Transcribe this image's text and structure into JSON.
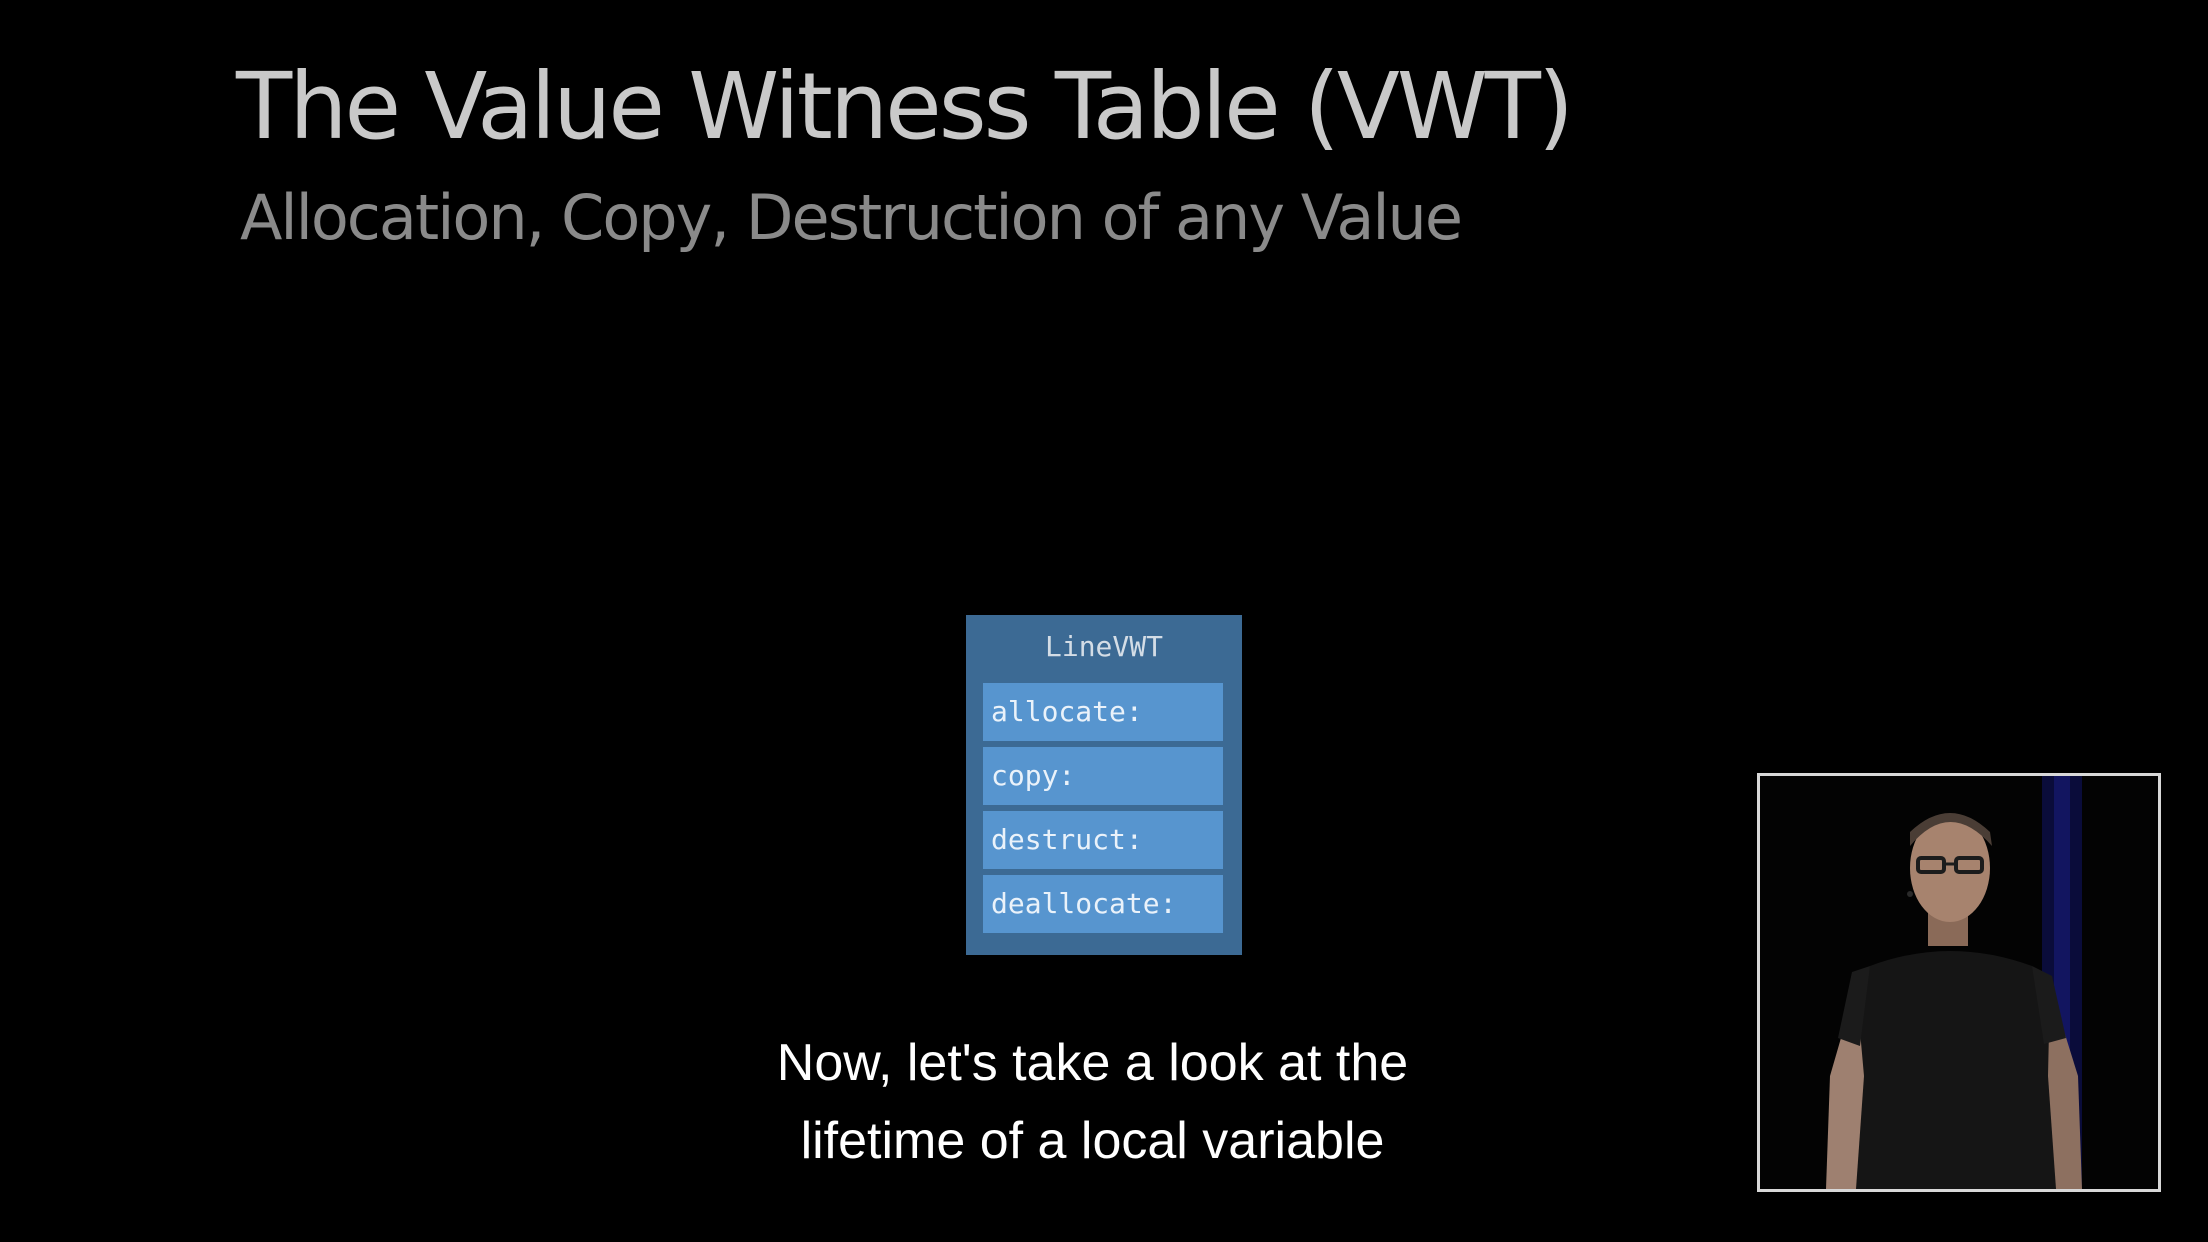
{
  "slide": {
    "title": "The Value Witness Table (VWT)",
    "subtitle": "Allocation, Copy, Destruction of any Value"
  },
  "vwt_table": {
    "name": "LineVWT",
    "entries": [
      "allocate:",
      "copy:",
      "destruct:",
      "deallocate:"
    ],
    "colors": {
      "frame": "#3c6a94",
      "cell": "#5795cf"
    }
  },
  "caption": {
    "lines": [
      "Now, let's take a look at the",
      "lifetime of a local variable"
    ]
  },
  "speaker_inset": {
    "icon": "speaker-video-thumbnail"
  }
}
